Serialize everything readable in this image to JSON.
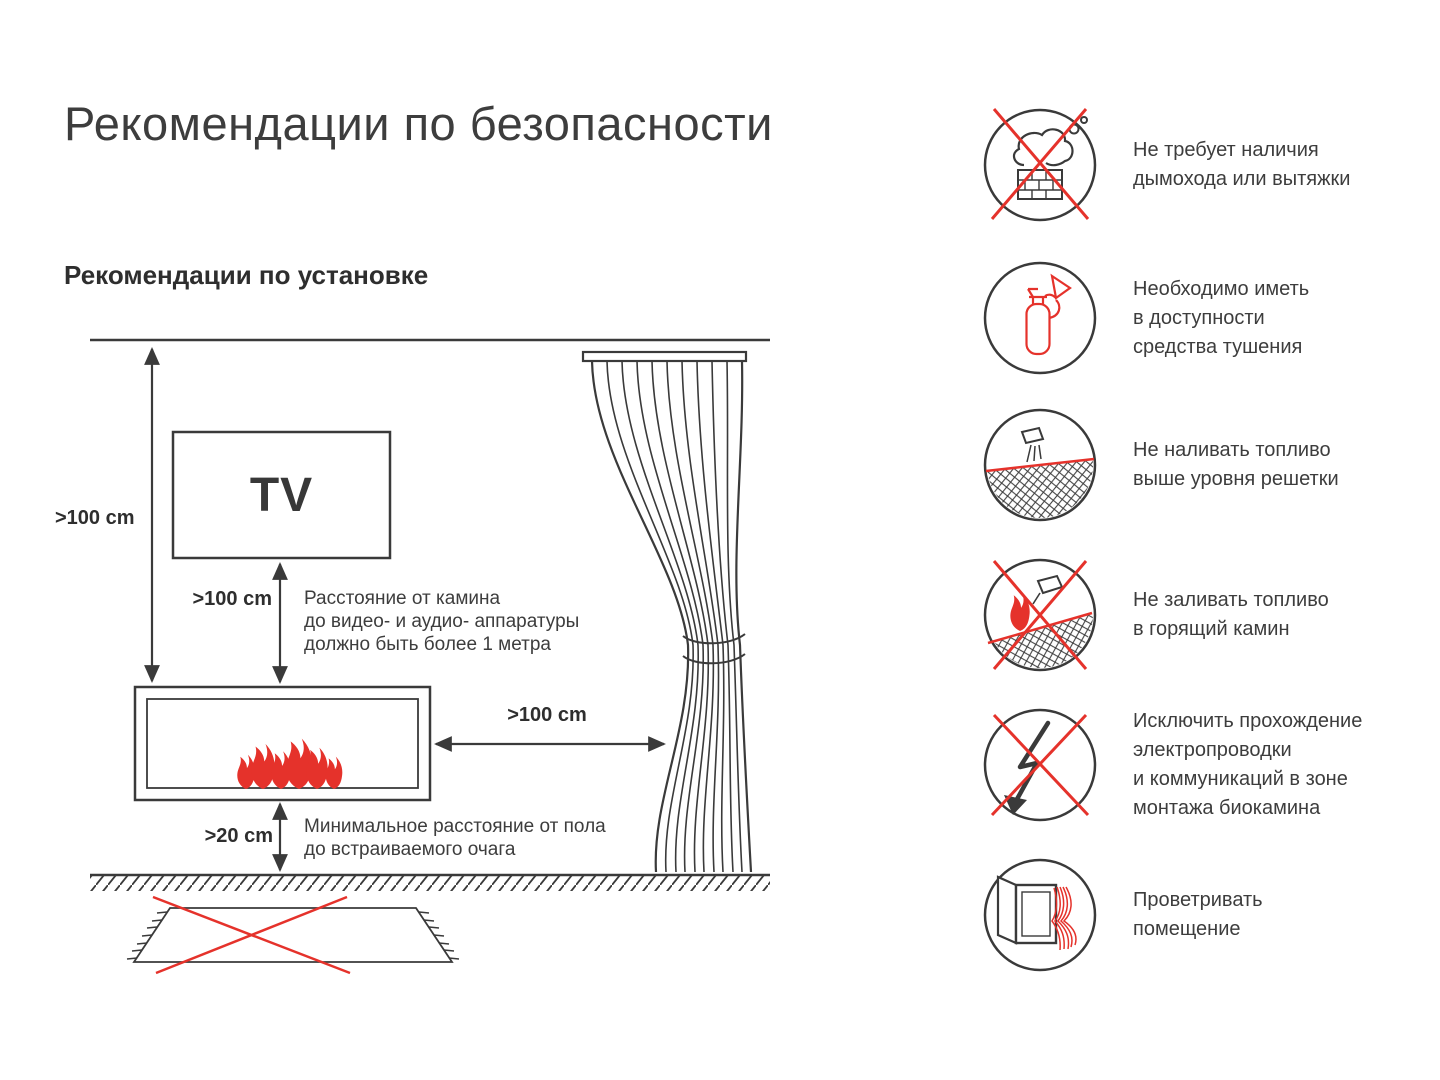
{
  "title": "Рекомендации по безопасности",
  "subtitle": "Рекомендации по установке",
  "diagram": {
    "tv_label": "TV",
    "dim_ceiling": ">100 cm",
    "dim_tv_gap": ">100 cm",
    "dim_curtain_gap": ">100 cm",
    "dim_floor_gap": ">20 cm",
    "note_tv_gap": "Расстояние от камина\nдо видео- и аудио- аппаратуры\nдолжно быть более 1 метра",
    "note_floor_gap": "Минимальное расстояние от пола\nдо встраиваемого очага"
  },
  "safety_items": [
    {
      "icon": "no-chimney-icon",
      "text": "Не требует наличия\nдымохода или вытяжки"
    },
    {
      "icon": "fire-extinguisher-icon",
      "text": "Необходимо иметь\nв доступности\nсредства тушения"
    },
    {
      "icon": "fuel-level-icon",
      "text": "Не наливать топливо\nвыше уровня решетки"
    },
    {
      "icon": "no-refuel-burning-icon",
      "text": "Не заливать топливо\nв горящий камин"
    },
    {
      "icon": "no-electric-wiring-icon",
      "text": "Исключить прохождение\nэлектропроводки\nи коммуникаций в зоне\nмонтажа биокамина"
    },
    {
      "icon": "ventilate-room-icon",
      "text": "Проветривать\nпомещение"
    }
  ],
  "colors": {
    "line": "#3a3a3a",
    "accent_red": "#e5322b"
  }
}
